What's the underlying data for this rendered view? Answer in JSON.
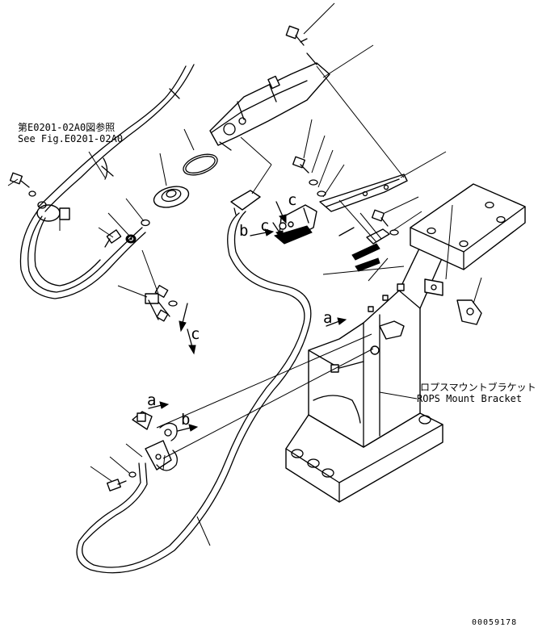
{
  "diagram": {
    "ref_note_jp": "第E0201-02A0図参照",
    "ref_note_en": "See Fig.E0201-02A0",
    "rops_label_jp": "ロプスマウントブラケット",
    "rops_label_en": "ROPS Mount Bracket",
    "drawing_number": "00059178",
    "callouts": {
      "a_upper": "a",
      "a_lower": "a",
      "b_upper": "b",
      "b_lower": "b",
      "c_upper1": "c",
      "c_upper2": "c",
      "c_lower": "c"
    }
  }
}
